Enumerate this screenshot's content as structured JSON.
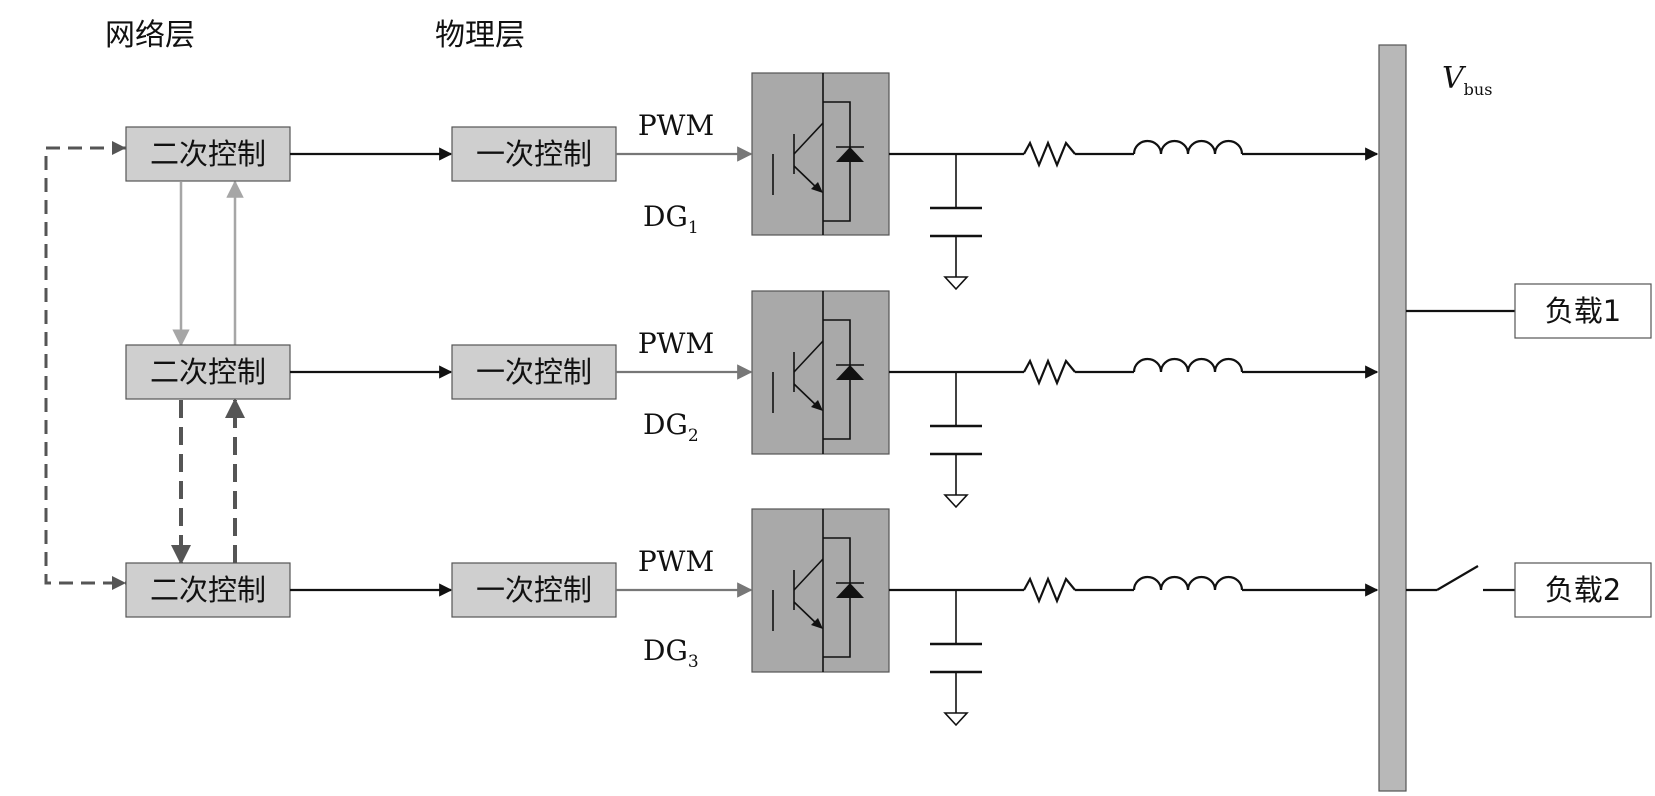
{
  "layers": {
    "network": "网络层",
    "physical": "物理层"
  },
  "units": [
    {
      "secondary": "二次控制",
      "primary": "一次控制",
      "pwm": "PWM",
      "dg": "DG",
      "sub": "1"
    },
    {
      "secondary": "二次控制",
      "primary": "一次控制",
      "pwm": "PWM",
      "dg": "DG",
      "sub": "2"
    },
    {
      "secondary": "二次控制",
      "primary": "一次控制",
      "pwm": "PWM",
      "dg": "DG",
      "sub": "3"
    }
  ],
  "bus": {
    "v": "V",
    "sub": "bus"
  },
  "loads": [
    {
      "label": "负载1"
    },
    {
      "label": "负载2"
    }
  ],
  "colors": {
    "box_fill": "#cfcfcf",
    "igbt_fill": "#a9a9a9",
    "bus_fill": "#b8b8b8",
    "light_arrow": "#a6a6a6",
    "dark_arrow": "#555555",
    "pwm_arrow": "#777777"
  }
}
